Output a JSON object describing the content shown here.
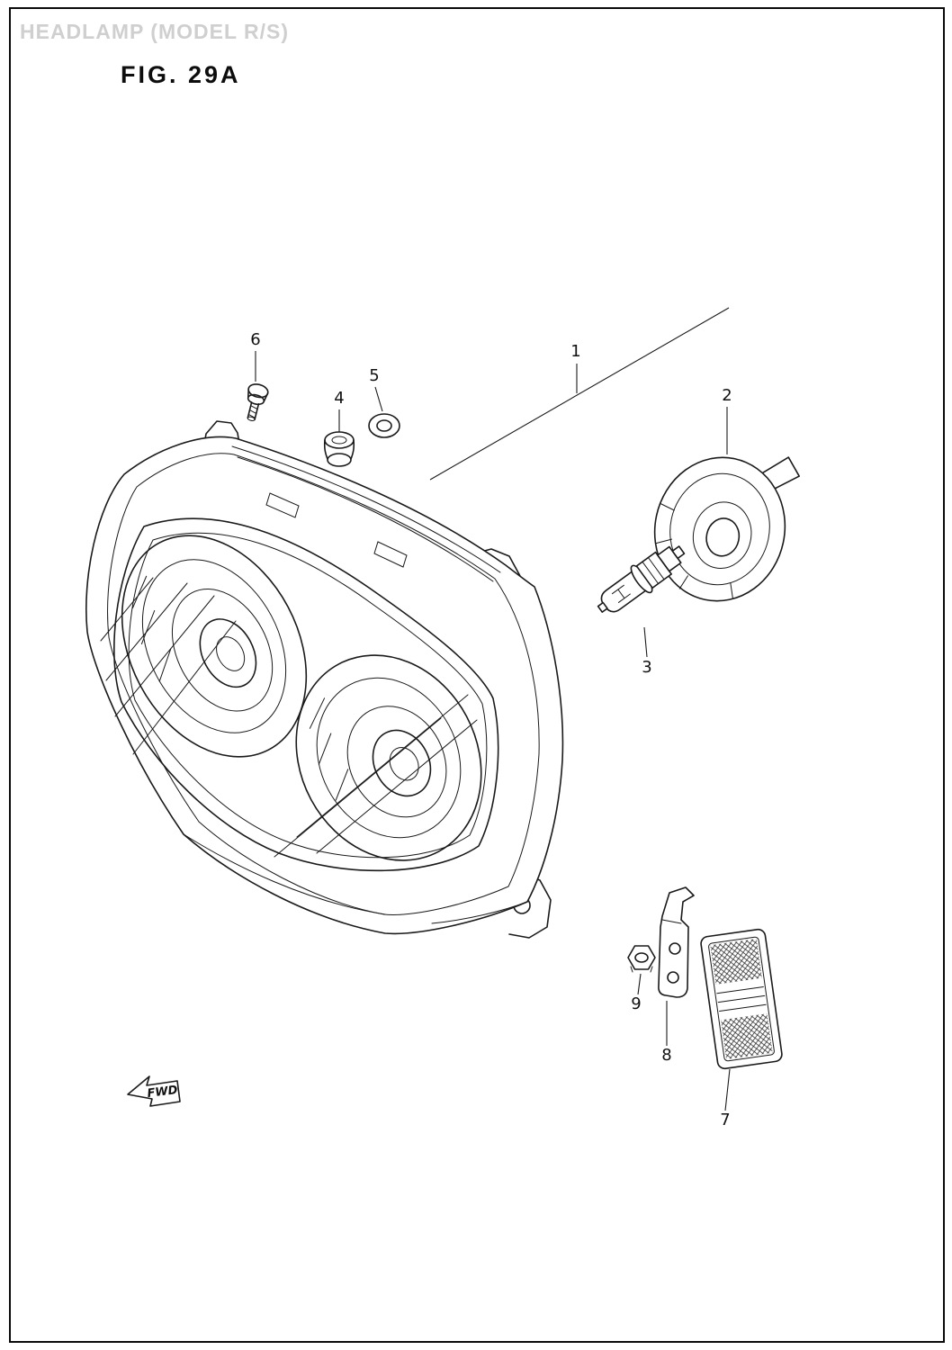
{
  "page": {
    "header_title": "HEADLAMP (MODEL R/S)",
    "fig_label": "FIG. 29A",
    "fwd_label": "FWD"
  },
  "callouts": {
    "c1": "1",
    "c2": "2",
    "c3": "3",
    "c4": "4",
    "c5": "5",
    "c6": "6",
    "c7": "7",
    "c8": "8",
    "c9": "9"
  },
  "colors": {
    "ink": "#1a1a1a",
    "paper": "#ffffff",
    "faint_header": "#cfcfcf"
  }
}
